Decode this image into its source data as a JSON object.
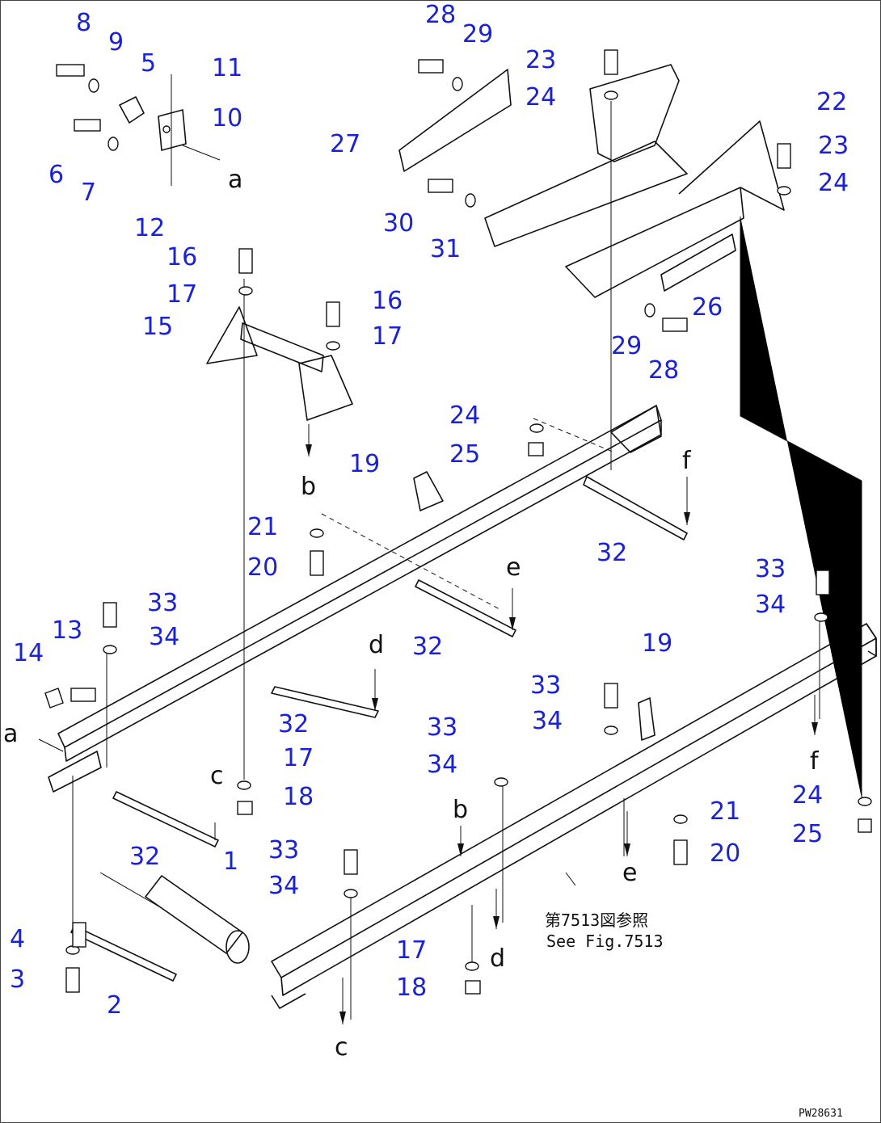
{
  "callouts": [
    "1",
    "2",
    "3",
    "4",
    "5",
    "6",
    "7",
    "8",
    "9",
    "10",
    "11",
    "12",
    "13",
    "14",
    "15",
    "16",
    "17",
    "18",
    "19",
    "20",
    "21",
    "22",
    "23",
    "24",
    "25",
    "26",
    "27",
    "28",
    "29",
    "30",
    "31",
    "32",
    "33",
    "34"
  ],
  "letters": [
    "a",
    "b",
    "c",
    "d",
    "e",
    "f"
  ],
  "reference_note": {
    "line1": "第7513図参照",
    "line2": "See Fig.7513"
  },
  "drawing_code": "PW28631",
  "colors": {
    "callout": "#1a22d6",
    "line": "#111111"
  }
}
